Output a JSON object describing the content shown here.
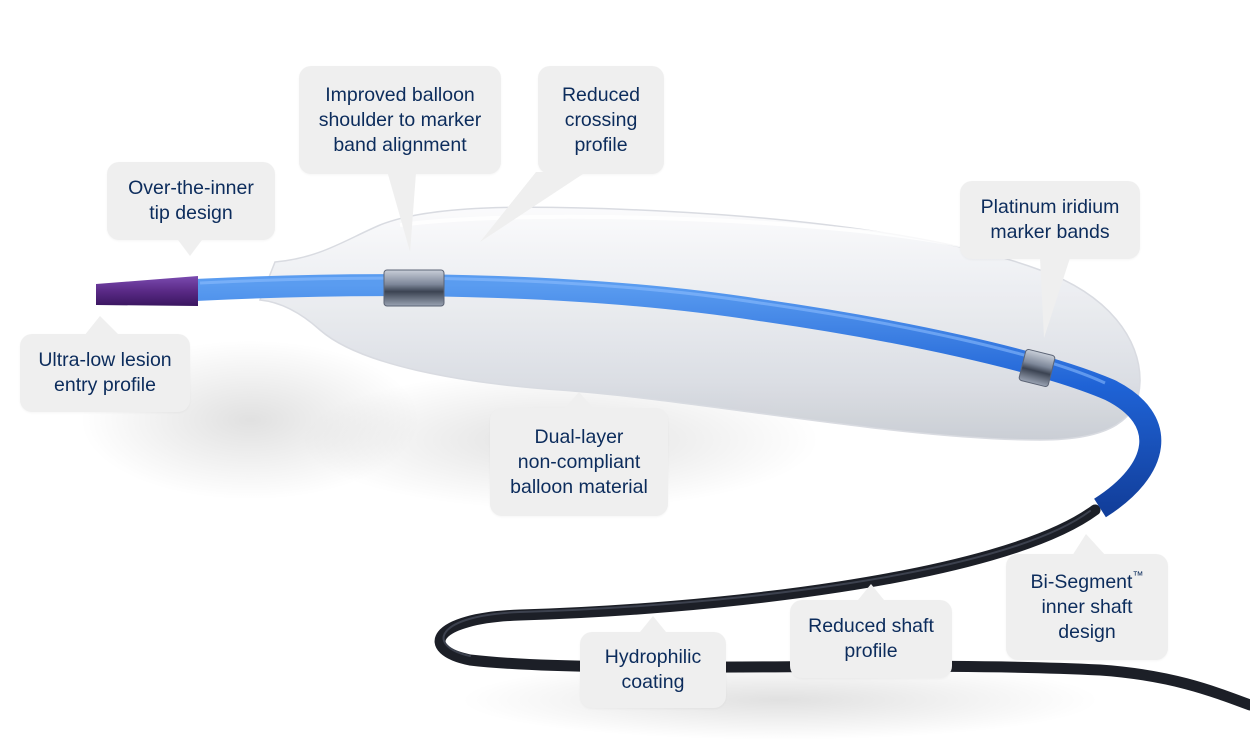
{
  "callouts": {
    "over_the_inner": [
      "Over-the-inner",
      "tip design"
    ],
    "improved_balloon": [
      "Improved balloon",
      "shoulder to marker",
      "band alignment"
    ],
    "reduced_crossing": [
      "Reduced",
      "crossing",
      "profile"
    ],
    "platinum": [
      "Platinum iridium",
      "marker bands"
    ],
    "ultra_low": [
      "Ultra-low lesion",
      "entry profile"
    ],
    "dual_layer": [
      "Dual-layer",
      "non-compliant",
      "balloon material"
    ],
    "bi_segment": [
      "Bi-Segment",
      "inner shaft",
      "design"
    ],
    "bi_segment_tm": "™",
    "reduced_shaft": [
      "Reduced shaft",
      "profile"
    ],
    "hydrophilic": [
      "Hydrophilic",
      "coating"
    ]
  },
  "colors": {
    "callout_bg": "#efefef",
    "callout_text": "#0c2c5c",
    "shaft_blue": "#1f63d6",
    "tip_purple": "#5a2a86",
    "shaft_black": "#1c1f27",
    "marker_band": "#8a94a6"
  }
}
